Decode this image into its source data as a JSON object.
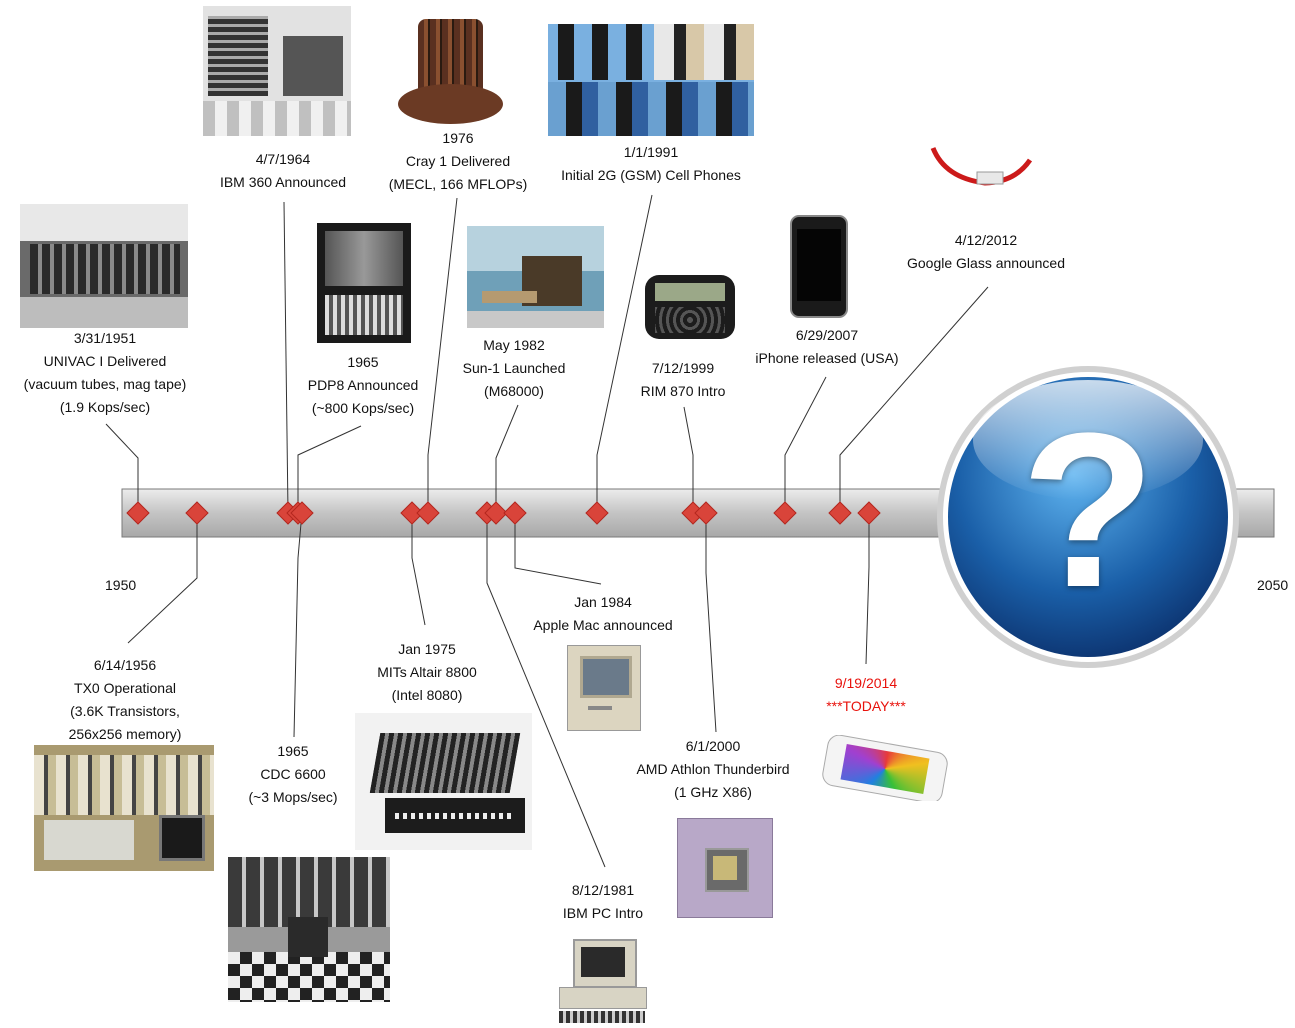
{
  "axis": {
    "start_label": "1950",
    "end_label": "2050"
  },
  "events": [
    {
      "date": "3/31/1951",
      "lines": [
        "UNIVAC I Delivered",
        "(vacuum tubes, mag tape)",
        "(1.9 Kops/sec)"
      ]
    },
    {
      "date": "6/14/1956",
      "lines": [
        "TX0 Operational",
        "(3.6K Transistors,",
        "256x256 memory)"
      ]
    },
    {
      "date": "4/7/1964",
      "lines": [
        "IBM 360 Announced"
      ]
    },
    {
      "date": "1965",
      "lines": [
        "PDP8 Announced",
        "(~800 Kops/sec)"
      ]
    },
    {
      "date": "1965",
      "lines": [
        "CDC 6600",
        "(~3 Mops/sec)"
      ]
    },
    {
      "date": "1976",
      "lines": [
        "Cray 1 Delivered",
        "(MECL, 166 MFLOPs)"
      ]
    },
    {
      "date": "Jan 1975",
      "lines": [
        "MITs Altair 8800",
        "(Intel 8080)"
      ]
    },
    {
      "date": "May 1982",
      "lines": [
        "Sun-1 Launched",
        "(M68000)"
      ]
    },
    {
      "date": "8/12/1981",
      "lines": [
        "IBM PC Intro"
      ]
    },
    {
      "date": "Jan 1984",
      "lines": [
        "Apple Mac announced"
      ]
    },
    {
      "date": "1/1/1991",
      "lines": [
        "Initial 2G (GSM) Cell Phones"
      ]
    },
    {
      "date": "7/12/1999",
      "lines": [
        "RIM 870 Intro"
      ]
    },
    {
      "date": "6/1/2000",
      "lines": [
        "AMD Athlon Thunderbird",
        "(1 GHz X86)"
      ]
    },
    {
      "date": "6/29/2007",
      "lines": [
        "iPhone released (USA)"
      ]
    },
    {
      "date": "4/12/2012",
      "lines": [
        "Google Glass announced"
      ]
    },
    {
      "date": "9/19/2014",
      "lines": [
        "***TODAY***"
      ]
    }
  ],
  "future_symbol": "?",
  "colors": {
    "marker": "#d9443a",
    "marker_stroke": "#b3261e",
    "today": "#e8120c",
    "bar": "#c8c8c8",
    "orb": "#1a5fa8"
  }
}
